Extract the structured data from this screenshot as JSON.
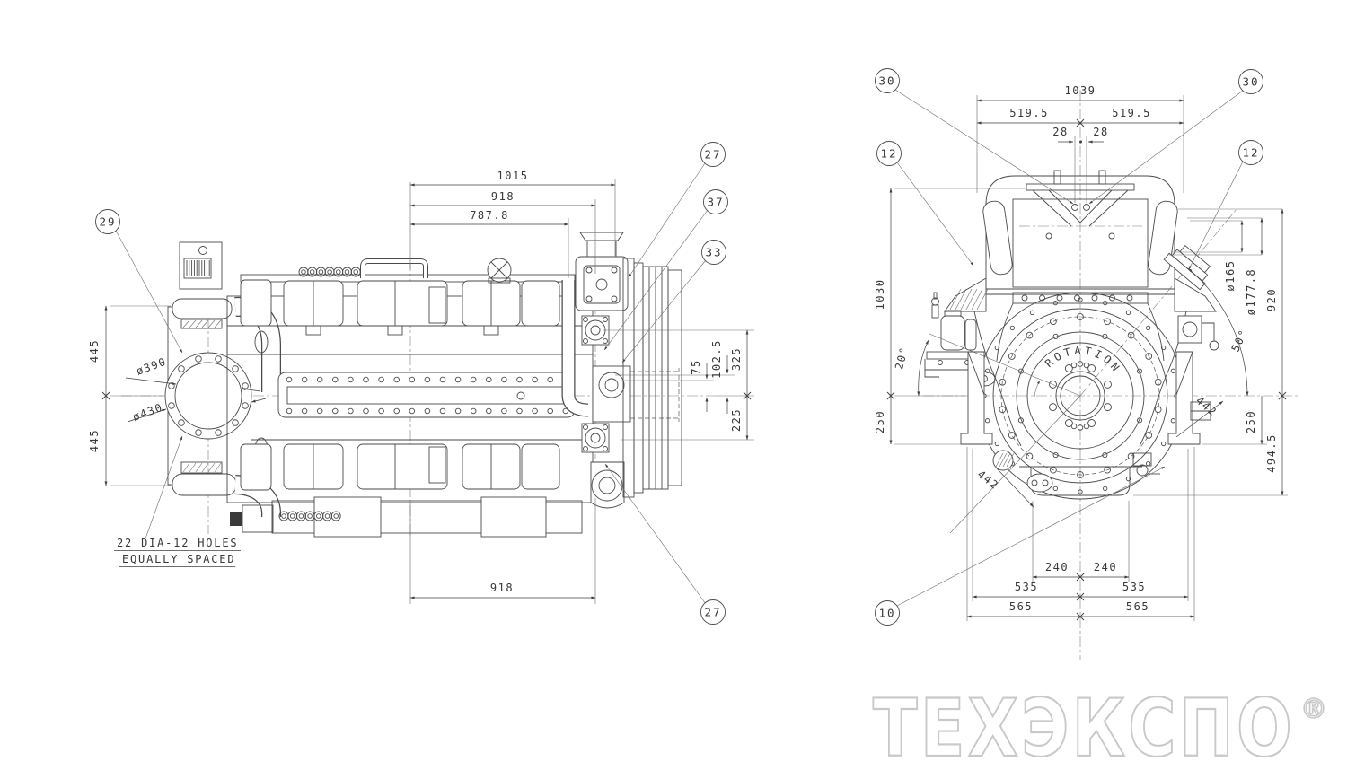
{
  "side_view": {
    "balloon_29": "29",
    "balloon_27_top": "27",
    "balloon_37": "37",
    "balloon_33": "33",
    "balloon_27_bottom": "27",
    "dim_1015": "1015",
    "dim_918_top": "918",
    "dim_787_8": "787.8",
    "dim_918_bottom": "918",
    "dim_445_top": "445",
    "dim_445_bottom": "445",
    "dia_390": "ø390",
    "dia_430": "ø430",
    "dim_75": "75",
    "dim_102_5": "102.5",
    "dim_325": "325",
    "dim_225": "225",
    "note_line1": "22 DIA-12 HOLES",
    "note_line2": "EQUALLY SPACED"
  },
  "end_view": {
    "balloon_30_left": "30",
    "balloon_30_right": "30",
    "balloon_12_left": "12",
    "balloon_12_right": "12",
    "balloon_10": "10",
    "dim_1039": "1039",
    "dim_519_5_left": "519.5",
    "dim_519_5_right": "519.5",
    "dim_28_left": "28",
    "dim_28_right": "28",
    "dim_1030": "1030",
    "dim_250_left": "250",
    "angle_20": "20°",
    "dim_442_left": "442",
    "dia_165": "ø165",
    "dia_177_8": "ø177.8",
    "dim_920": "920",
    "angle_50": "50°",
    "dim_442_right": "442",
    "dim_250_right": "250",
    "dim_494_5": "494.5",
    "dim_240_left": "240",
    "dim_240_right": "240",
    "dim_535_left": "535",
    "dim_535_right": "535",
    "dim_565_left": "565",
    "dim_565_right": "565",
    "rotation_label": "ROTATION"
  },
  "watermark": {
    "text": "ТЕХЭКСПО",
    "registered": "®"
  }
}
